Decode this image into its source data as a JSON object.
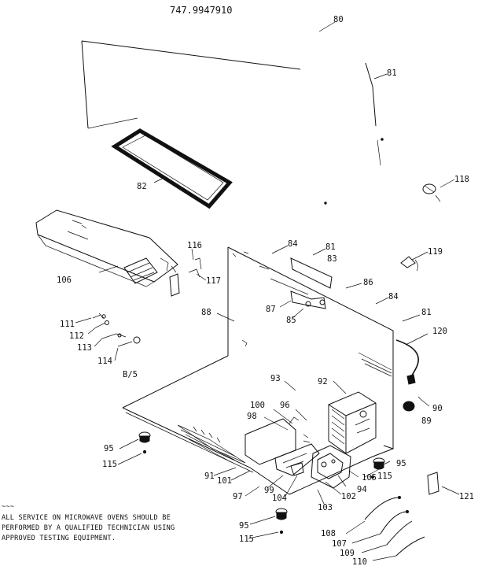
{
  "diagram": {
    "model_number": "747.9947910",
    "section_note": "B/5",
    "footer_code": "~~~",
    "note_lines": [
      "ALL SERVICE ON MICROWAVE OVENS SHOULD BE",
      "PERFORMED BY A QUALIFIED TECHNICIAN USING",
      "APPROVED TESTING EQUIPMENT."
    ],
    "callouts": {
      "p80": "80",
      "p81a": "81",
      "p81b": "81",
      "p81c": "81",
      "p82": "82",
      "p83": "83",
      "p84a": "84",
      "p84b": "84",
      "p85": "85",
      "p86": "86",
      "p87": "87",
      "p88": "88",
      "p89": "89",
      "p90": "90",
      "p91": "91",
      "p92": "92",
      "p93": "93",
      "p94": "94",
      "p95a": "95",
      "p95b": "95",
      "p95c": "95",
      "p96": "96",
      "p97": "97",
      "p98": "98",
      "p99": "99",
      "p100": "100",
      "p101": "101",
      "p102": "102",
      "p103": "103",
      "p104": "104",
      "p105": "105",
      "p106": "106",
      "p107": "107",
      "p108": "108",
      "p109": "109",
      "p110": "110",
      "p111": "111",
      "p112": "112",
      "p113": "113",
      "p114": "114",
      "p115a": "115",
      "p115b": "115",
      "p115c": "115",
      "p116": "116",
      "p117": "117",
      "p118": "118",
      "p119": "119",
      "p120": "120",
      "p121": "121"
    }
  }
}
